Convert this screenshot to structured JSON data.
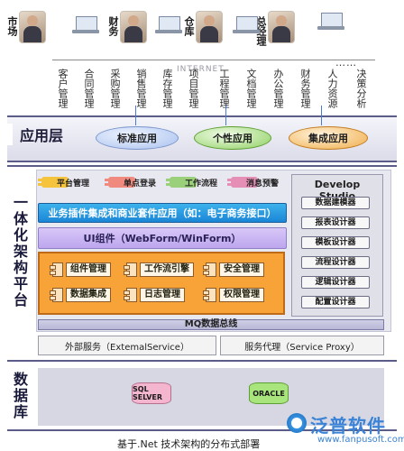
{
  "roles": [
    {
      "label": "市场"
    },
    {
      "label": "财务"
    },
    {
      "label": "仓库"
    },
    {
      "label": "总经理"
    }
  ],
  "more": "……",
  "internet": "INTERNET",
  "modules": [
    "客户管理",
    "合同管理",
    "采购管理",
    "销售管理",
    "库存管理",
    "项目管理",
    "工程管理",
    "文档管理",
    "办公管理",
    "财务管理",
    "人力资源",
    "决策分析"
  ],
  "app_layer": {
    "title": "应用层",
    "items": [
      {
        "label": "标准应用",
        "color": "#c9d9f7"
      },
      {
        "label": "个性应用",
        "color": "#bfe5a5"
      },
      {
        "label": "集成应用",
        "color": "#f3c77f"
      }
    ]
  },
  "platform": {
    "title": "一体化架构平台",
    "stickers": [
      {
        "label": "平台管理",
        "color": "#f6c43c"
      },
      {
        "label": "单点登录",
        "color": "#f08a7e"
      },
      {
        "label": "工作流程",
        "color": "#9bd07a"
      },
      {
        "label": "消息预警",
        "color": "#e58fb6"
      }
    ],
    "integration_bar": "业务插件集成和商业套件应用（如：电子商务接口）",
    "ui_bar": "UI组件（WebForm/WinForm）",
    "components": [
      "组件管理",
      "工作流引擎",
      "安全管理",
      "数据集成",
      "日志管理",
      "权限管理"
    ],
    "mq": "MQ数据总线",
    "external_service": "外部服务（ExtemalService）",
    "service_proxy": "服务代理（Service Proxy）"
  },
  "dev_studio": {
    "title": "Develop Studio",
    "items": [
      "数据建模器",
      "报表设计器",
      "模板设计器",
      "流程设计器",
      "逻辑设计器",
      "配置设计器"
    ]
  },
  "database": {
    "title": "数据库",
    "items": [
      {
        "label": "SQL SELVER",
        "color": "#f4b5cf"
      },
      {
        "label": "ORACLE",
        "color": "#a8e57c"
      }
    ]
  },
  "caption": "基于.Net 技术架构的分布式部署",
  "brand": {
    "name": "泛普软件",
    "url": "www.fanpusoft.com"
  }
}
